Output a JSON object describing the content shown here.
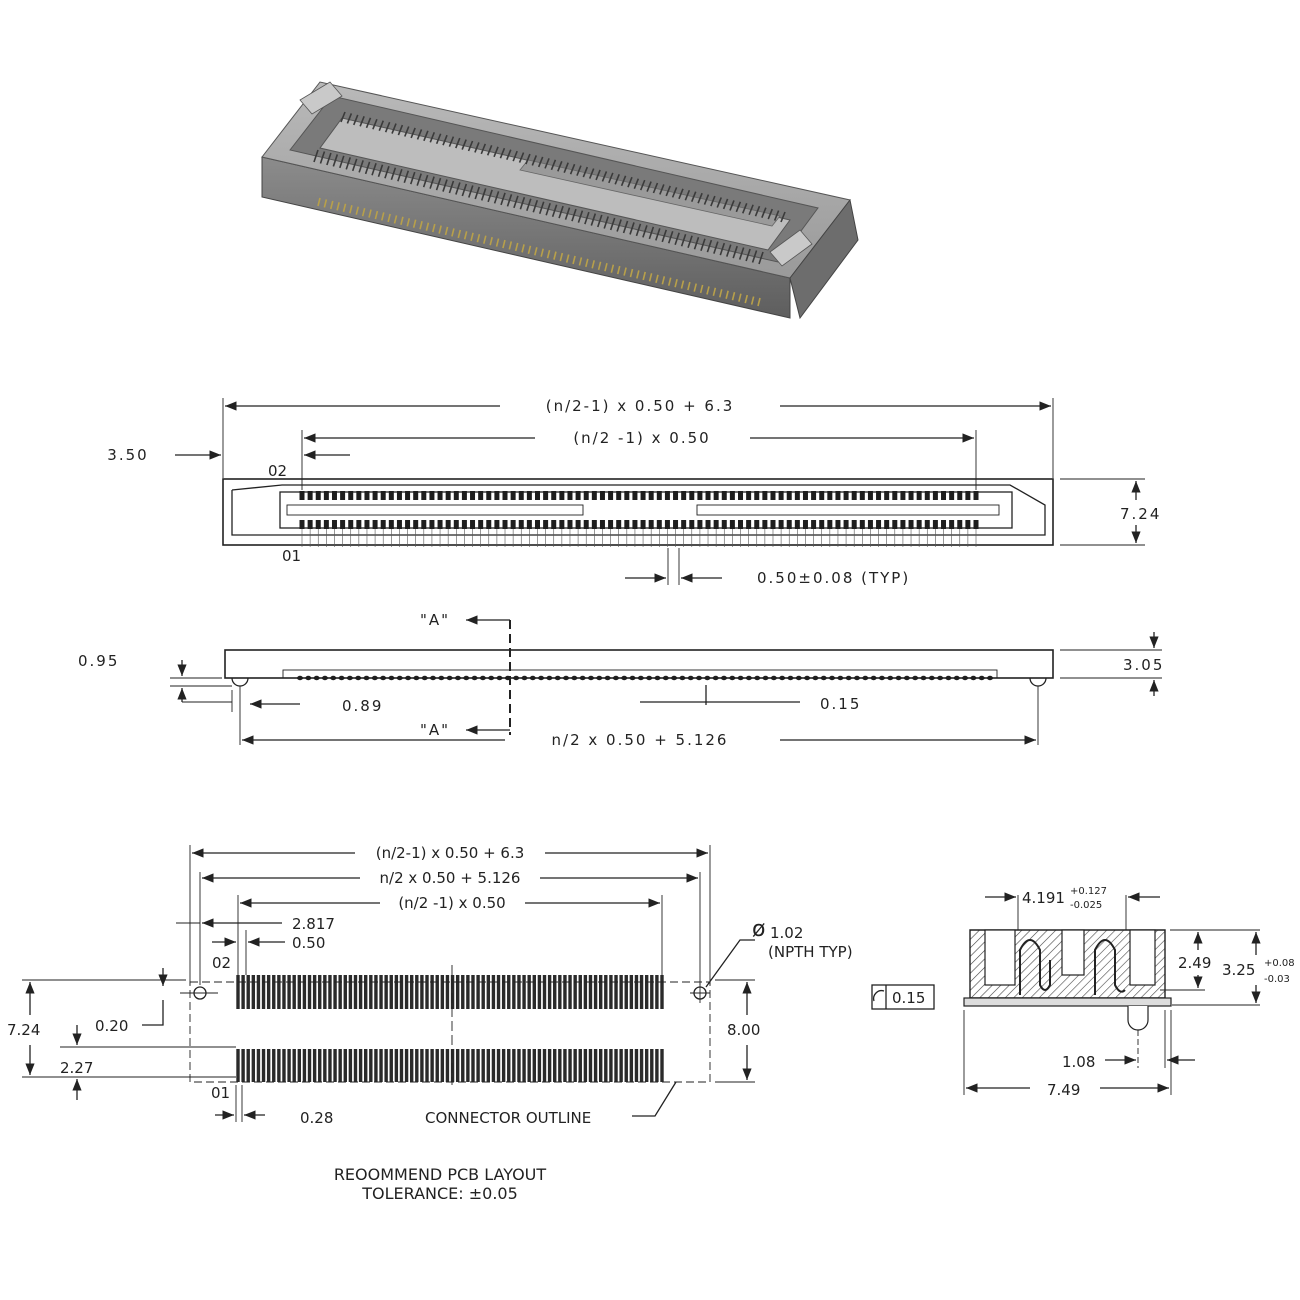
{
  "top_view": {
    "overall_length": "(n/2-1) x 0.50 + 6.3",
    "pin_span": "(n/2 -1) x 0.50",
    "left_offset": "3.50",
    "width": "7.24",
    "pin_first_even": "02",
    "pin_first_odd": "01",
    "pitch": "0.50±0.08 (TYP)"
  },
  "side_view": {
    "section_label": "\"A\"",
    "standoff": "0.95",
    "height": "3.05",
    "post_offset": "0.89",
    "pin_height": "0.15",
    "post_span": "n/2 x 0.50 + 5.126"
  },
  "pcb_layout": {
    "overall_length": "(n/2-1) x 0.50 + 6.3",
    "post_span": "n/2 x 0.50 + 5.126",
    "pin_span": "(n/2 -1) x 0.50",
    "hole_to_pin": "2.817",
    "pitch": "0.50",
    "hole_diameter": "1.02",
    "hole_note": "(NPTH TYP)",
    "pin_first_even": "02",
    "pin_first_odd": "01",
    "row_width": "7.24",
    "hole_offset": "0.20",
    "row_spacing": "8.00",
    "pad_length": "2.27",
    "pad_width": "0.28",
    "outline_label": "CONNECTOR OUTLINE",
    "title_line1": "REOOMMEND PCB LAYOUT",
    "title_line2": "TOLERANCE: ±0.05"
  },
  "end_view": {
    "contact_span": "4.191",
    "contact_tol_plus": "+0.127",
    "contact_tol_minus": "-0.025",
    "inner_height": "2.49",
    "total_height": "3.25",
    "height_tol_plus": "+0.08",
    "height_tol_minus": "-0.03",
    "flatness": "0.15",
    "post_offset": "1.08",
    "total_width": "7.49"
  },
  "colors": {
    "ink": "#222222",
    "body": "#8a8a8a",
    "pins": "#b8a04a"
  }
}
